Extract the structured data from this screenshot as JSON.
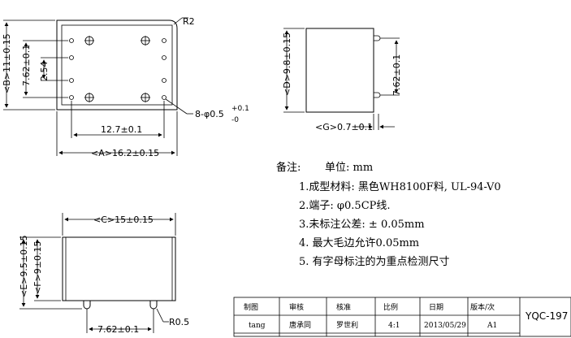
{
  "top_view": {
    "radius_label": "R2",
    "height_label": "<B>11±0.15",
    "pitch_v1_label": "7.62±0.1",
    "pitch_v2_label": "2.54",
    "pin_label": "8-φ0.5",
    "pin_tol_upper": "+0.1",
    "pin_tol_lower": "-0",
    "pitch_h_label": "12.7±0.1",
    "width_label": "<A>16.2±0.15"
  },
  "side_view": {
    "height_label": "<D>9.8±0.15",
    "pitch_label": "7.62±0.1",
    "g_label": "<G>0.7±0.1"
  },
  "front_view": {
    "width_label": "<C>15±0.15",
    "e_label": "<E>9.5±0.15",
    "f_label": "<F>9±0.15",
    "pitch_label": "7.62±0.1",
    "radius_label": "R0.5"
  },
  "notes": {
    "title": "备注:",
    "unit": "单位: mm",
    "items": [
      "1.成型材料: 黑色WH8100F料, UL-94-V0",
      "2.端子: φ0.5CP线.",
      "3.未标注公差: ± 0.05mm",
      "4. 最大毛边允许0.05mm",
      "5. 有字母标注的为重点检测尺寸"
    ]
  },
  "title_block": {
    "headers": [
      "制图",
      "审核",
      "核准",
      "比例",
      "日期",
      "版本/次"
    ],
    "values": [
      "tang",
      "唐承同",
      "罗世利",
      "4:1",
      "2013/05/29",
      "A1"
    ],
    "code": "YQC-197"
  }
}
